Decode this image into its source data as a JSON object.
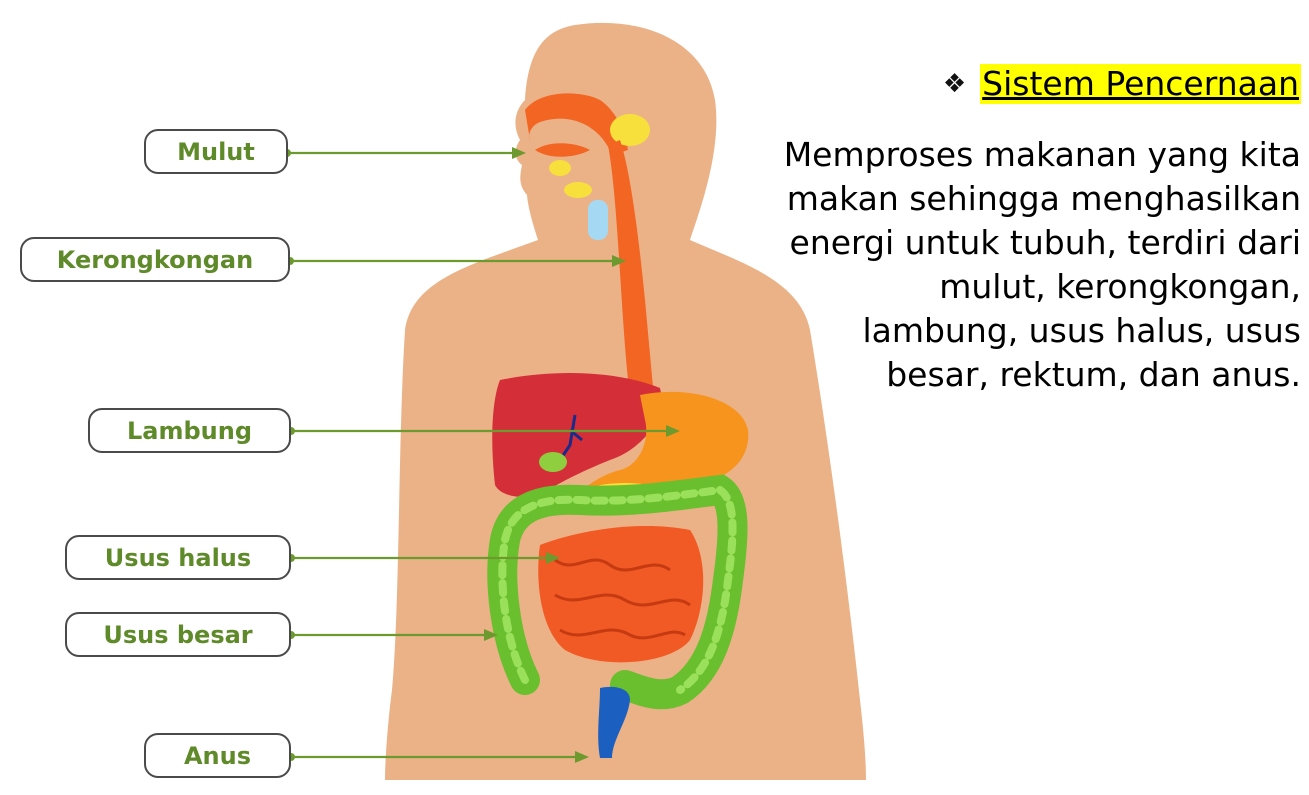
{
  "heading": {
    "bullet_icon": "diamond-bullet-icon",
    "title": "Sistem Pencernaan"
  },
  "description": "Memproses makanan yang kita makan sehingga menghasilkan energi untuk tubuh, terdiri dari mulut, kerongkongan, lambung, usus halus, usus besar, rektum, dan anus.",
  "labels": {
    "mulut": "Mulut",
    "kerongkongan": "Kerongkongan",
    "lambung": "Lambung",
    "usus_halus": "Usus halus",
    "usus_besar": "Usus besar",
    "anus": "Anus"
  },
  "colors": {
    "skin": "#ebb287",
    "esophagus": "#f26522",
    "liver": "#d42f38",
    "stomach": "#f7941d",
    "small_intestine": "#f15a24",
    "large_intestine": "#6abf2e",
    "rectum": "#1b5fc1",
    "leader_line": "#6d9a2e",
    "label_text": "#5f8a2a",
    "title_highlight": "#ffff00"
  }
}
